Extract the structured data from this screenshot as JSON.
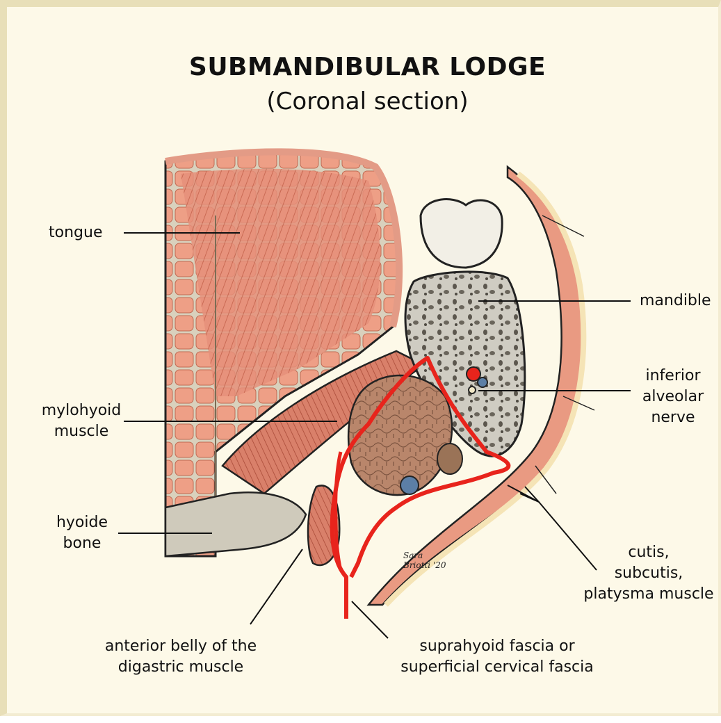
{
  "title": "SUBMANDIBULAR LODGE",
  "subtitle": "(Coronal section)",
  "labels": {
    "tongue": "tongue",
    "mylohyoid_1": "mylohyoid",
    "mylohyoid_2": "muscle",
    "hyoide_1": "hyoide",
    "hyoide_2": "bone",
    "mandible": "mandible",
    "ian_1": "inferior",
    "ian_2": "alveolar",
    "ian_3": "nerve",
    "cutis_1": "cutis,",
    "cutis_2": "subcutis,",
    "cutis_3": "platysma muscle",
    "digastric_1": "anterior belly of the",
    "digastric_2": "digastric muscle",
    "fascia_1": "suprahyoid fascia or",
    "fascia_2": "superficial cervical fascia"
  },
  "signature": {
    "line1": "Sara",
    "line2": "Briotti '20"
  },
  "colors": {
    "background": "#fdf9e8",
    "frame": "#e8dfb8",
    "muscle": "#e8967a",
    "bone": "#c9c6bc",
    "fascia": "#e8241c",
    "gland": "#b07e64"
  }
}
